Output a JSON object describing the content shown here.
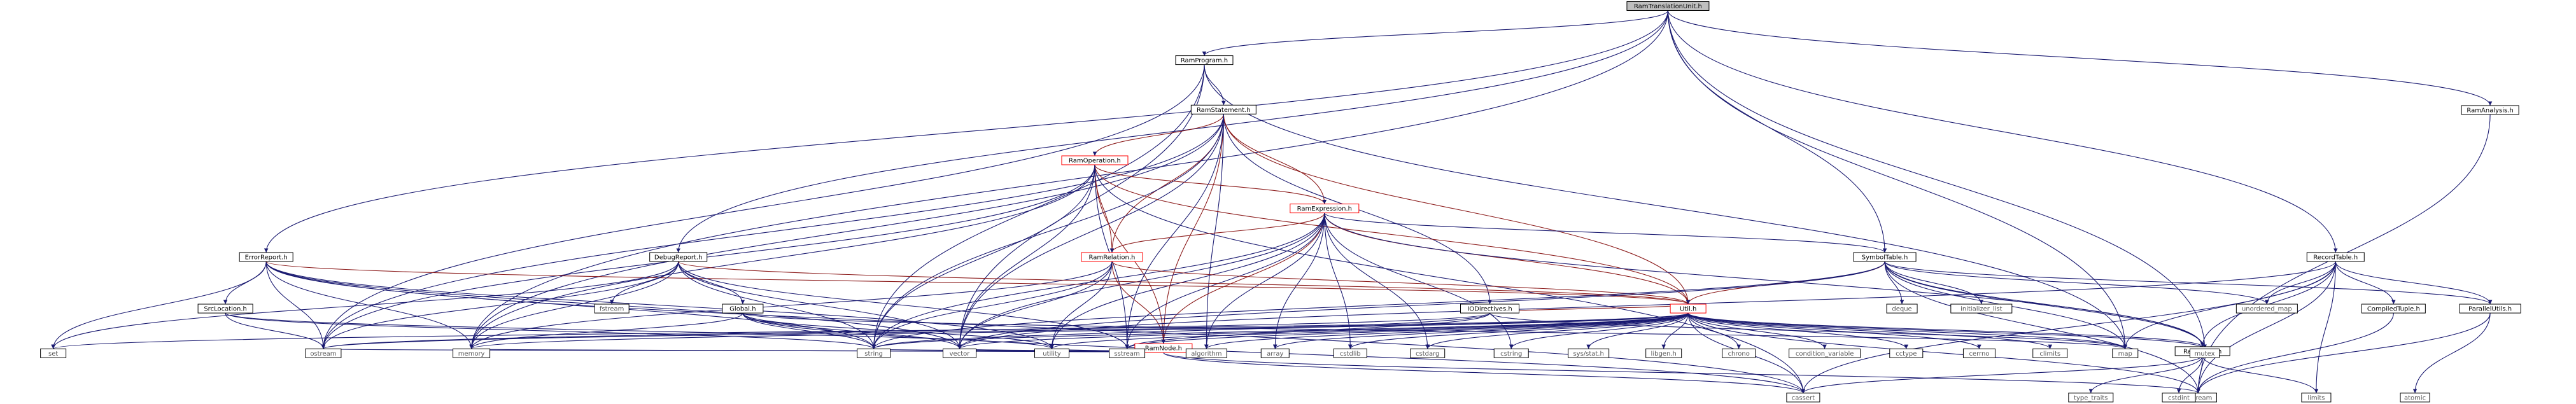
{
  "title": "RamTranslationUnit.h",
  "colors": {
    "edge": "#191970",
    "root_fill": "#bfbfbf",
    "red_border": "#ff0000",
    "external_border": "#bfbfbf"
  },
  "nodes": [
    {
      "id": "root",
      "label": "RamTranslationUnit.h",
      "style": "root"
    },
    {
      "id": "program",
      "label": "RamProgram.h",
      "style": "normal"
    },
    {
      "id": "statement",
      "label": "RamStatement.h",
      "style": "normal"
    },
    {
      "id": "operation",
      "label": "RamOperation.h",
      "style": "red"
    },
    {
      "id": "expression",
      "label": "RamExpression.h",
      "style": "red"
    },
    {
      "id": "relation",
      "label": "RamRelation.h",
      "style": "red"
    },
    {
      "id": "ramnode",
      "label": "RamNode.h",
      "style": "red"
    },
    {
      "id": "errorreport",
      "label": "ErrorReport.h",
      "style": "normal"
    },
    {
      "id": "srcloc",
      "label": "SrcLocation.h",
      "style": "normal"
    },
    {
      "id": "debugreport",
      "label": "DebugReport.h",
      "style": "normal"
    },
    {
      "id": "global",
      "label": "Global.h",
      "style": "normal"
    },
    {
      "id": "iodirectives",
      "label": "IODirectives.h",
      "style": "normal"
    },
    {
      "id": "symboltable",
      "label": "SymbolTable.h",
      "style": "normal"
    },
    {
      "id": "util",
      "label": "Util.h",
      "style": "red"
    },
    {
      "id": "recordtable",
      "label": "RecordTable.h",
      "style": "normal"
    },
    {
      "id": "ramanalysis",
      "label": "RamAnalysis.h",
      "style": "normal"
    },
    {
      "id": "ramtypes",
      "label": "RamTypes.h",
      "style": "normal"
    },
    {
      "id": "compiledtuple",
      "label": "CompiledTuple.h",
      "style": "normal"
    },
    {
      "id": "parallelutils",
      "label": "ParallelUtils.h",
      "style": "normal"
    },
    {
      "id": "set",
      "label": "set",
      "style": "ext"
    },
    {
      "id": "ostream",
      "label": "ostream",
      "style": "ext"
    },
    {
      "id": "memory",
      "label": "memory",
      "style": "ext"
    },
    {
      "id": "string",
      "label": "string",
      "style": "ext"
    },
    {
      "id": "vector",
      "label": "vector",
      "style": "ext"
    },
    {
      "id": "utility",
      "label": "utility",
      "style": "ext"
    },
    {
      "id": "sstream",
      "label": "sstream",
      "style": "ext"
    },
    {
      "id": "algorithm",
      "label": "algorithm",
      "style": "ext"
    },
    {
      "id": "array",
      "label": "array",
      "style": "ext"
    },
    {
      "id": "cstdlib",
      "label": "cstdlib",
      "style": "ext"
    },
    {
      "id": "cstdarg",
      "label": "cstdarg",
      "style": "ext"
    },
    {
      "id": "cstring",
      "label": "cstring",
      "style": "ext"
    },
    {
      "id": "sysstat",
      "label": "sys/stat.h",
      "style": "ext"
    },
    {
      "id": "libgen",
      "label": "libgen.h",
      "style": "ext"
    },
    {
      "id": "chrono",
      "label": "chrono",
      "style": "ext"
    },
    {
      "id": "condvar",
      "label": "condition_variable",
      "style": "ext"
    },
    {
      "id": "cctype",
      "label": "cctype",
      "style": "ext"
    },
    {
      "id": "cerrno",
      "label": "cerrno",
      "style": "ext"
    },
    {
      "id": "climits",
      "label": "climits",
      "style": "ext"
    },
    {
      "id": "map",
      "label": "map",
      "style": "ext"
    },
    {
      "id": "mutex",
      "label": "mutex",
      "style": "ext"
    },
    {
      "id": "unorderedmap",
      "label": "unordered_map",
      "style": "ext"
    },
    {
      "id": "cassert",
      "label": "cassert",
      "style": "ext"
    },
    {
      "id": "iostream",
      "label": "iostream",
      "style": "ext"
    },
    {
      "id": "typetraits",
      "label": "type_traits",
      "style": "ext"
    },
    {
      "id": "cstdint",
      "label": "cstdint",
      "style": "ext"
    },
    {
      "id": "limits",
      "label": "limits",
      "style": "ext"
    },
    {
      "id": "atomic",
      "label": "atomic",
      "style": "ext"
    },
    {
      "id": "fstream",
      "label": "fstream",
      "style": "ext"
    },
    {
      "id": "deque",
      "label": "deque",
      "style": "ext"
    },
    {
      "id": "initlist",
      "label": "initializer_list",
      "style": "ext"
    }
  ],
  "edges": [
    [
      "root",
      "program"
    ],
    [
      "root",
      "errorreport"
    ],
    [
      "root",
      "debugreport"
    ],
    [
      "root",
      "symboltable"
    ],
    [
      "root",
      "recordtable"
    ],
    [
      "root",
      "ramanalysis"
    ],
    [
      "root",
      "map"
    ],
    [
      "root",
      "mutex"
    ],
    [
      "root",
      "memory"
    ],
    [
      "program",
      "statement"
    ],
    [
      "program",
      "string"
    ],
    [
      "program",
      "vector"
    ],
    [
      "program",
      "map"
    ],
    [
      "program",
      "ostream"
    ],
    [
      "statement",
      "operation"
    ],
    [
      "statement",
      "expression"
    ],
    [
      "statement",
      "relation"
    ],
    [
      "statement",
      "ramnode"
    ],
    [
      "statement",
      "iodirectives"
    ],
    [
      "statement",
      "util"
    ],
    [
      "statement",
      "string"
    ],
    [
      "statement",
      "vector"
    ],
    [
      "statement",
      "memory"
    ],
    [
      "statement",
      "ostream"
    ],
    [
      "statement",
      "algorithm"
    ],
    [
      "statement",
      "sstream"
    ],
    [
      "operation",
      "expression"
    ],
    [
      "operation",
      "relation"
    ],
    [
      "operation",
      "ramnode"
    ],
    [
      "operation",
      "util"
    ],
    [
      "operation",
      "string"
    ],
    [
      "operation",
      "vector"
    ],
    [
      "operation",
      "memory"
    ],
    [
      "operation",
      "cassert"
    ],
    [
      "operation",
      "ostream"
    ],
    [
      "operation",
      "sstream"
    ],
    [
      "expression",
      "relation"
    ],
    [
      "expression",
      "ramnode"
    ],
    [
      "expression",
      "util"
    ],
    [
      "expression",
      "symboltable"
    ],
    [
      "expression",
      "ramtypes"
    ],
    [
      "expression",
      "string"
    ],
    [
      "expression",
      "vector"
    ],
    [
      "expression",
      "array"
    ],
    [
      "expression",
      "algorithm"
    ],
    [
      "expression",
      "cstdlib"
    ],
    [
      "expression",
      "sstream"
    ],
    [
      "expression",
      "utility"
    ],
    [
      "expression",
      "cstring"
    ],
    [
      "expression",
      "cstdarg"
    ],
    [
      "relation",
      "ramnode"
    ],
    [
      "relation",
      "util"
    ],
    [
      "relation",
      "string"
    ],
    [
      "relation",
      "vector"
    ],
    [
      "relation",
      "memory"
    ],
    [
      "relation",
      "utility"
    ],
    [
      "ramnode",
      "string"
    ],
    [
      "ramnode",
      "vector"
    ],
    [
      "ramnode",
      "memory"
    ],
    [
      "ramnode",
      "ostream"
    ],
    [
      "ramnode",
      "utility"
    ],
    [
      "ramnode",
      "cassert"
    ],
    [
      "ramnode",
      "iostream"
    ],
    [
      "errorreport",
      "srcloc"
    ],
    [
      "errorreport",
      "set"
    ],
    [
      "errorreport",
      "ostream"
    ],
    [
      "errorreport",
      "memory"
    ],
    [
      "errorreport",
      "string"
    ],
    [
      "errorreport",
      "vector"
    ],
    [
      "errorreport",
      "utility"
    ],
    [
      "errorreport",
      "cassert"
    ],
    [
      "errorreport",
      "util"
    ],
    [
      "srcloc",
      "ostream"
    ],
    [
      "srcloc",
      "string"
    ],
    [
      "srcloc",
      "utility"
    ],
    [
      "debugreport",
      "global"
    ],
    [
      "debugreport",
      "fstream"
    ],
    [
      "debugreport",
      "ostream"
    ],
    [
      "debugreport",
      "set"
    ],
    [
      "debugreport",
      "memory"
    ],
    [
      "debugreport",
      "string"
    ],
    [
      "debugreport",
      "vector"
    ],
    [
      "debugreport",
      "sstream"
    ],
    [
      "debugreport",
      "util"
    ],
    [
      "global",
      "string"
    ],
    [
      "global",
      "vector"
    ],
    [
      "global",
      "map"
    ],
    [
      "global",
      "utility"
    ],
    [
      "global",
      "memory"
    ],
    [
      "global",
      "cassert"
    ],
    [
      "iodirectives",
      "string"
    ],
    [
      "iodirectives",
      "map"
    ],
    [
      "iodirectives",
      "ostream"
    ],
    [
      "iodirectives",
      "sstream"
    ],
    [
      "iodirectives",
      "util"
    ],
    [
      "symboltable",
      "util"
    ],
    [
      "symboltable",
      "ramtypes"
    ],
    [
      "symboltable",
      "deque"
    ],
    [
      "symboltable",
      "initlist"
    ],
    [
      "symboltable",
      "map"
    ],
    [
      "symboltable",
      "unorderedmap"
    ],
    [
      "symboltable",
      "mutex"
    ],
    [
      "symboltable",
      "parallelutils"
    ],
    [
      "symboltable",
      "string"
    ],
    [
      "symboltable",
      "vector"
    ],
    [
      "symboltable",
      "iostream"
    ],
    [
      "util",
      "set"
    ],
    [
      "util",
      "ostream"
    ],
    [
      "util",
      "memory"
    ],
    [
      "util",
      "string"
    ],
    [
      "util",
      "vector"
    ],
    [
      "util",
      "utility"
    ],
    [
      "util",
      "sstream"
    ],
    [
      "util",
      "algorithm"
    ],
    [
      "util",
      "array"
    ],
    [
      "util",
      "cstdlib"
    ],
    [
      "util",
      "cstring"
    ],
    [
      "util",
      "sysstat"
    ],
    [
      "util",
      "libgen"
    ],
    [
      "util",
      "chrono"
    ],
    [
      "util",
      "condvar"
    ],
    [
      "util",
      "cctype"
    ],
    [
      "util",
      "cerrno"
    ],
    [
      "util",
      "climits"
    ],
    [
      "util",
      "map"
    ],
    [
      "util",
      "mutex"
    ],
    [
      "util",
      "ramtypes"
    ],
    [
      "util",
      "iostream"
    ],
    [
      "util",
      "cassert"
    ],
    [
      "util",
      "cstdarg"
    ],
    [
      "recordtable",
      "ramtypes"
    ],
    [
      "recordtable",
      "compiledtuple"
    ],
    [
      "recordtable",
      "parallelutils"
    ],
    [
      "recordtable",
      "map"
    ],
    [
      "recordtable",
      "unorderedmap"
    ],
    [
      "recordtable",
      "cassert"
    ],
    [
      "recordtable",
      "iostream"
    ],
    [
      "recordtable",
      "limits"
    ],
    [
      "recordtable",
      "vector"
    ],
    [
      "ramanalysis",
      "iostream"
    ],
    [
      "ramtypes",
      "typetraits"
    ],
    [
      "ramtypes",
      "cstdint"
    ],
    [
      "ramtypes",
      "limits"
    ],
    [
      "ramtypes",
      "iostream"
    ],
    [
      "ramtypes",
      "cassert"
    ],
    [
      "compiledtuple",
      "iostream"
    ],
    [
      "parallelutils",
      "atomic"
    ],
    [
      "parallelutils",
      "iostream"
    ]
  ]
}
